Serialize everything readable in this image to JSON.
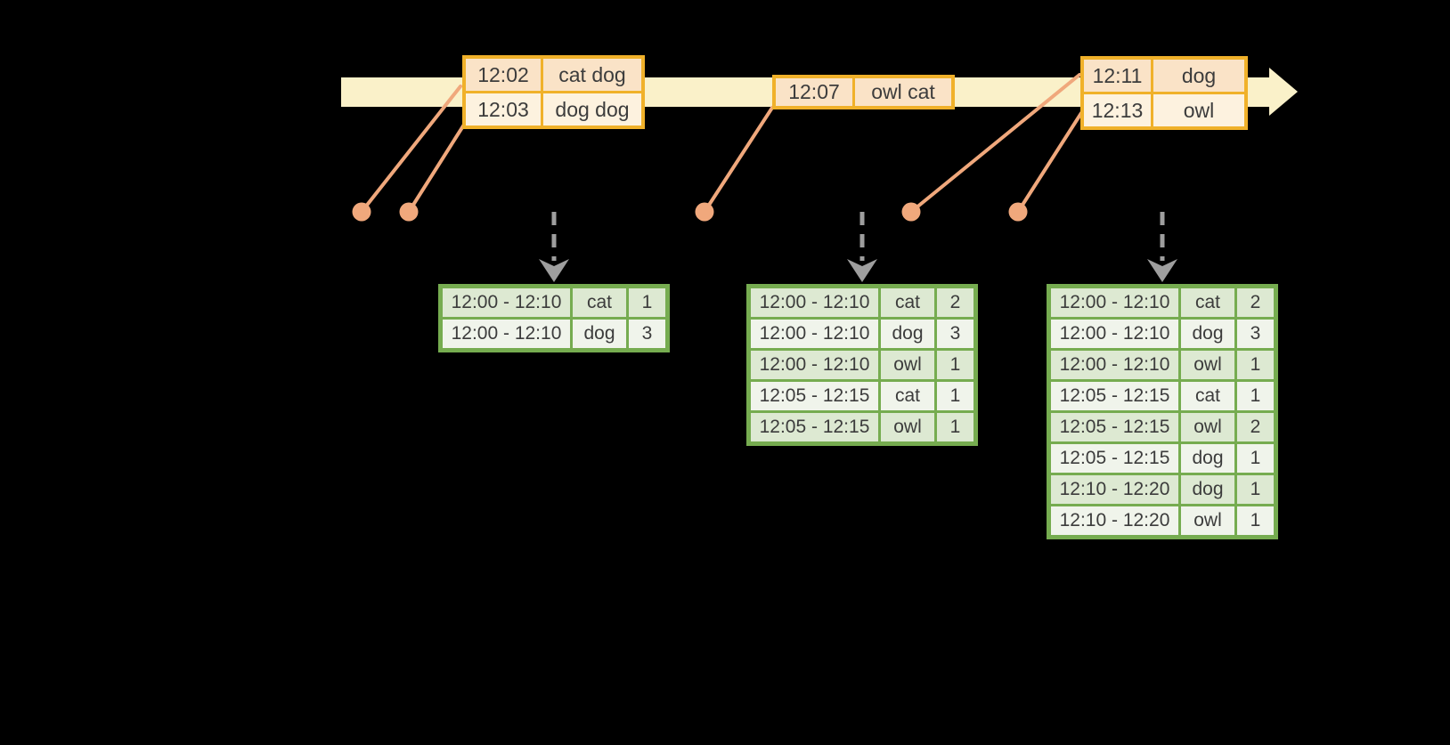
{
  "colors": {
    "background": "#000000",
    "timeline_fill": "#FAF1C9",
    "event_border": "#F0B12A",
    "event_row_dark": "#FAE3C7",
    "event_row_light": "#FDF2DF",
    "connector": "#F0A87C",
    "dashed_arrow": "#9E9E9E",
    "result_border": "#76AC50",
    "result_row_dark": "#DDE9D2",
    "result_row_light": "#F0F4EB",
    "text": "#3C3C3C"
  },
  "timeline": {
    "event_tables": [
      {
        "rows": [
          [
            "12:02",
            "cat dog"
          ],
          [
            "12:03",
            "dog dog"
          ]
        ]
      },
      {
        "rows": [
          [
            "12:07",
            "owl cat"
          ]
        ]
      },
      {
        "rows": [
          [
            "12:11",
            "dog"
          ],
          [
            "12:13",
            "owl"
          ]
        ]
      }
    ]
  },
  "result_tables": [
    {
      "rows": [
        [
          "12:00 - 12:10",
          "cat",
          "1"
        ],
        [
          "12:00 - 12:10",
          "dog",
          "3"
        ]
      ]
    },
    {
      "rows": [
        [
          "12:00 - 12:10",
          "cat",
          "2"
        ],
        [
          "12:00 - 12:10",
          "dog",
          "3"
        ],
        [
          "12:00 - 12:10",
          "owl",
          "1"
        ],
        [
          "12:05 - 12:15",
          "cat",
          "1"
        ],
        [
          "12:05 - 12:15",
          "owl",
          "1"
        ]
      ]
    },
    {
      "rows": [
        [
          "12:00 - 12:10",
          "cat",
          "2"
        ],
        [
          "12:00 - 12:10",
          "dog",
          "3"
        ],
        [
          "12:00 - 12:10",
          "owl",
          "1"
        ],
        [
          "12:05 - 12:15",
          "cat",
          "1"
        ],
        [
          "12:05 - 12:15",
          "owl",
          "2"
        ],
        [
          "12:05 - 12:15",
          "dog",
          "1"
        ],
        [
          "12:10 - 12:20",
          "dog",
          "1"
        ],
        [
          "12:10 - 12:20",
          "owl",
          "1"
        ]
      ]
    }
  ]
}
